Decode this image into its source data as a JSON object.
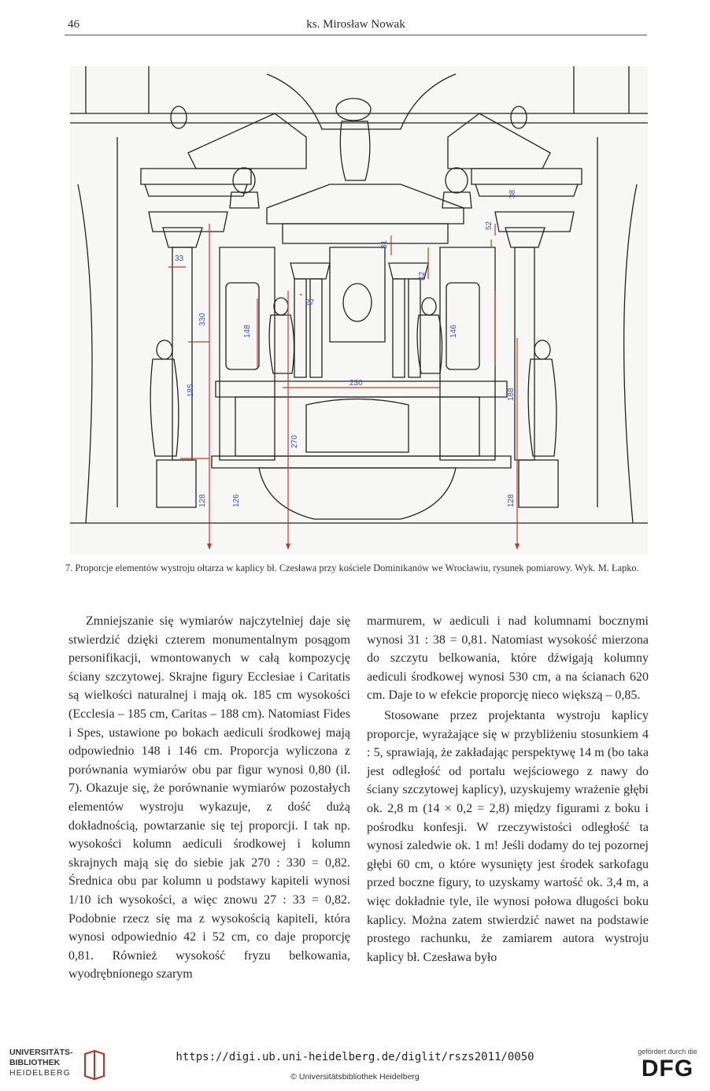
{
  "header": {
    "page_number": "46",
    "running_head": "ks. Mirosław Nowak"
  },
  "figure": {
    "dimensions": [
      "33",
      "330",
      "185",
      "128",
      "126",
      "148",
      "27",
      "31",
      "42",
      "52",
      "38",
      "146",
      "230",
      "270",
      "188",
      "128"
    ]
  },
  "caption": "7. Proporcje elementów wystroju ołtarza w kaplicy bł. Czesława przy kościele Dominikanów we Wrocławiu, rysunek pomiarowy. Wyk. M. Łapko.",
  "body": {
    "left_column": [
      "Zmniejszanie się wymiarów najczytelniej daje się stwierdzić dzięki czterem monumentalnym posągom personifikacji, wmontowanych w całą kompozycję ściany szczytowej. Skrajne figury Ecclesiae i Caritatis są wielkości naturalnej i mają ok. 185 cm wysokości (Ecclesia – 185 cm, Caritas – 188 cm). Natomiast Fides i Spes, ustawione po bokach aediculi środkowej mają odpowiednio 148 i 146 cm. Proporcja wyliczona z porównania wymiarów obu par figur wynosi 0,80 (il. 7). Okazuje się, że porównanie wymiarów pozostałych elementów wystroju wykazuje, z dość dużą dokładnością, powtarzanie się tej proporcji. I tak np. wysokości kolumn aediculi środkowej i kolumn skrajnych mają się do siebie jak 270 : 330 = 0,82. Średnica obu par kolumn u podstawy kapiteli wynosi 1/10 ich wysokości, a więc znowu 27 : 33 = 0,82. Podobnie rzecz się ma z wysokością kapiteli, która wynosi odpowiednio 42 i 52 cm, co daje proporcję 0,81. Również wysokość fryzu belkowania, wyodrębnionego szarym"
    ],
    "right_column": [
      "marmurem, w aediculi i nad kolumnami bocznymi wynosi 31 : 38 = 0,81. Natomiast wysokość mierzona do szczytu belkowania, które dźwigają kolumny aediculi środkowej wynosi 530 cm, a na ścianach 620 cm. Daje to w efekcie proporcję nieco większą – 0,85.",
      "Stosowane przez projektanta wystroju kaplicy proporcje, wyrażające się w przybliżeniu stosunkiem 4 : 5, sprawiają, że zakładając perspektywę 14 m (bo taka jest odległość od portalu wejściowego z nawy do ściany szczytowej kaplicy), uzyskujemy wrażenie głębi ok. 2,8 m (14 × 0,2 = 2,8) między figurami z boku i pośrodku konfesji. W rzeczywistości odległość ta wynosi zaledwie ok. 1 m! Jeśli dodamy do tej pozornej głębi 60 cm, o które wysunięty jest środek sarkofagu przed boczne figury, to uzyskamy wartość ok. 3,4 m, a więc dokładnie tyle, ile wynosi połowa długości boku kaplicy. Można zatem stwierdzić nawet na podstawie prostego rachunku, że zamiarem autora wystroju kaplicy bł. Czesława było"
    ]
  },
  "footer": {
    "library_logo": [
      "UNIVERSITÄTS-",
      "BIBLIOTHEK",
      "HEIDELBERG"
    ],
    "url": "https://digi.ub.uni-heidelberg.de/diglit/rszs2011/0050",
    "copyright": "© Universitätsbibliothek Heidelberg",
    "funder_label": "gefördert durch die",
    "funder_logo": "DFG"
  },
  "colors": {
    "dimension_blue": "#3a54b8",
    "dimension_red": "#c23b2a",
    "drawing_line": "#222222"
  }
}
